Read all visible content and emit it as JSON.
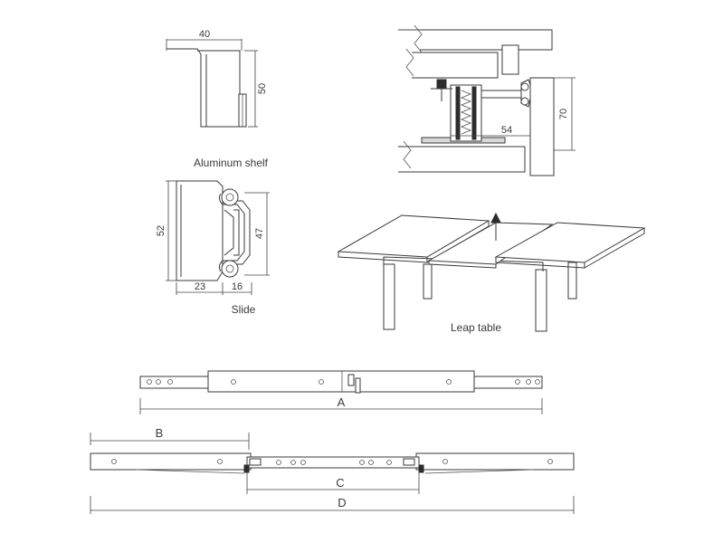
{
  "captions": {
    "aluminum_shelf": "Aluminum shelf",
    "slide": "Slide",
    "leap_table": "Leap table"
  },
  "dimensions": {
    "shelf_width": "40",
    "shelf_height": "50",
    "slide_height_outer": "52",
    "slide_height_inner": "47",
    "slide_width_left": "23",
    "slide_width_right": "16",
    "mount_width": "54",
    "mount_height": "70",
    "label_a": "A",
    "label_b": "B",
    "label_c": "C",
    "label_d": "D"
  }
}
